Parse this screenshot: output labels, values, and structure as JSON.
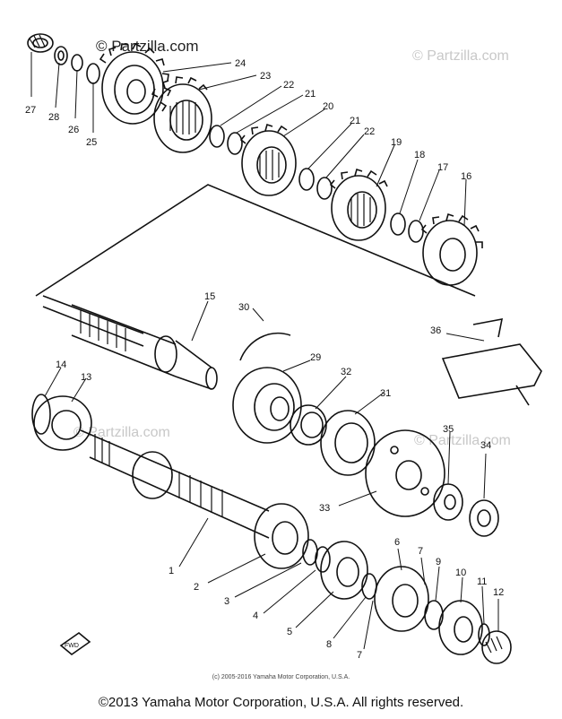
{
  "watermarks": {
    "site_label_top": "© Partzilla.com",
    "site_label_right": "© Partzilla.com",
    "site_label_mid": "© Partzilla.com",
    "site_label_low": "© Partzilla.com"
  },
  "callouts": {
    "c1": "1",
    "c2": "2",
    "c3": "3",
    "c4": "4",
    "c5": "5",
    "c6": "6",
    "c7a": "7",
    "c7b": "7",
    "c8": "8",
    "c9": "9",
    "c10": "10",
    "c11": "11",
    "c12": "12",
    "c13": "13",
    "c14": "14",
    "c15": "15",
    "c16": "16",
    "c17": "17",
    "c18": "18",
    "c19": "19",
    "c20": "20",
    "c21a": "21",
    "c21b": "21",
    "c22a": "22",
    "c22b": "22",
    "c23": "23",
    "c24": "24",
    "c25": "25",
    "c26": "26",
    "c27": "27",
    "c28": "28",
    "c29": "29",
    "c30": "30",
    "c31": "31",
    "c32": "32",
    "c33": "33",
    "c34": "34",
    "c35": "35",
    "c36": "36"
  },
  "direction_badge": "FWD",
  "inner_copyright": "(c) 2005-2016 Yamaha Motor Corporation, U.S.A.",
  "footer_copyright": "©2013 Yamaha Motor Corporation, U.S.A. All rights reserved."
}
